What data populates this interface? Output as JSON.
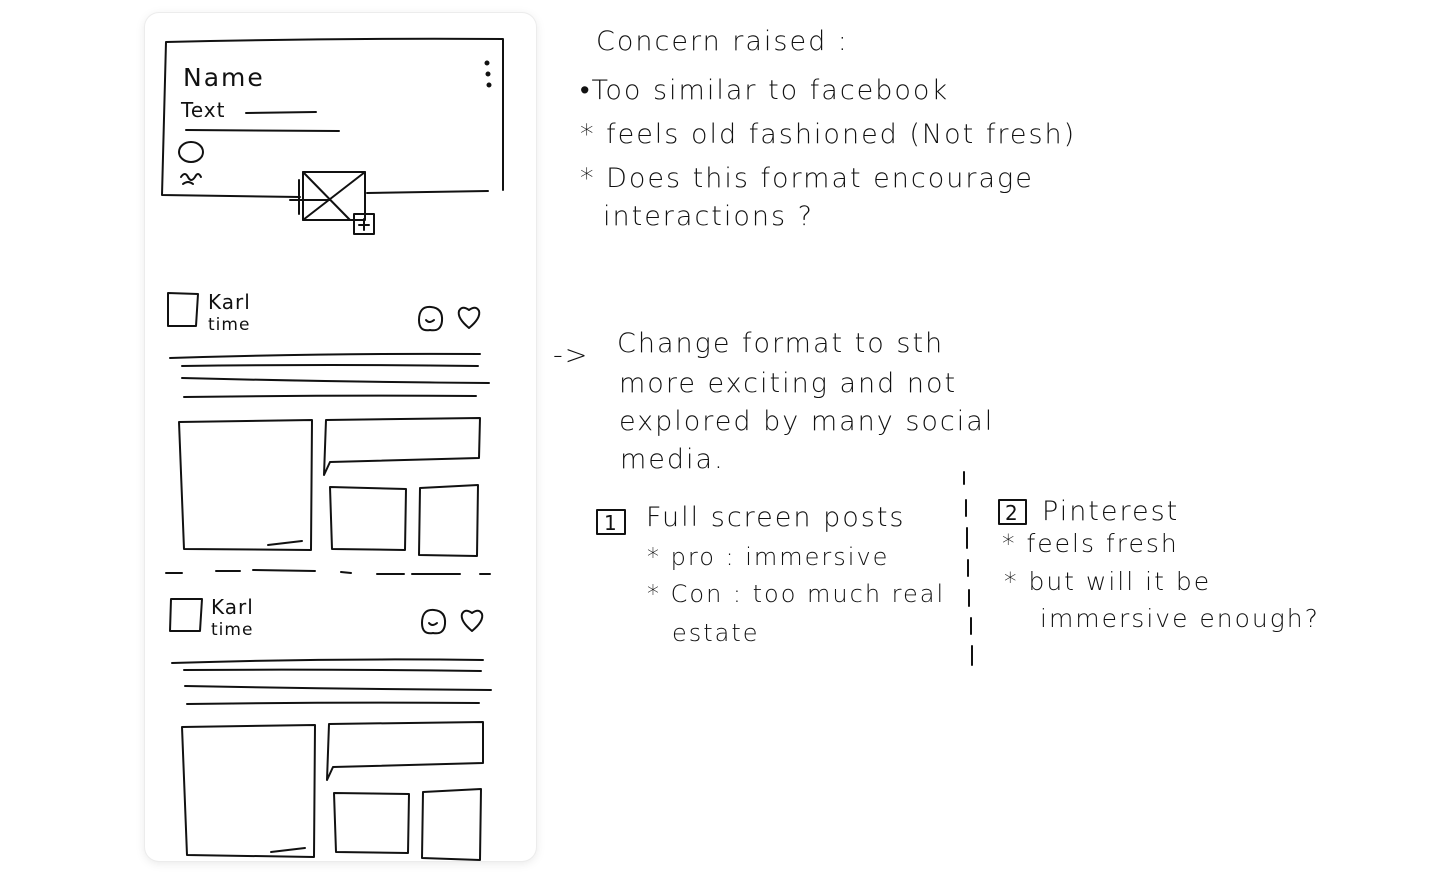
{
  "composer": {
    "name_label": "Name",
    "text_label": "Text"
  },
  "posts": [
    {
      "author": "Karl",
      "time": "time"
    },
    {
      "author": "Karl",
      "time": "time"
    }
  ],
  "notes": {
    "heading": "Concern raised :",
    "concerns": [
      "•Too similar to facebook",
      "* feels old fashioned (Not fresh)",
      "* Does this format encourage",
      "interactions ?"
    ],
    "arrow": "->",
    "proposal": [
      "Change format to sth",
      "more exciting and not",
      "explored by many social",
      "media."
    ],
    "options": [
      {
        "number": "1",
        "title": "Full screen posts",
        "points": [
          "* pro : immersive",
          "* Con : too much real",
          "estate"
        ]
      },
      {
        "number": "2",
        "title": "Pinterest",
        "points": [
          "* feels fresh",
          "* but will it be",
          "immersive enough?"
        ]
      }
    ]
  }
}
